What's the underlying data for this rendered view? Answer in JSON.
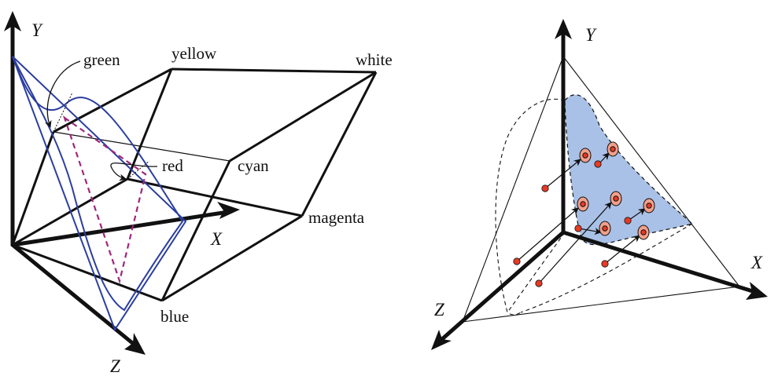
{
  "left": {
    "axes": {
      "x": "X",
      "y": "Y",
      "z": "Z"
    },
    "vertices": {
      "green": "green",
      "yellow": "yellow",
      "white": "white",
      "red": "red",
      "cyan": "cyan",
      "magenta": "magenta",
      "blue": "blue"
    }
  },
  "right": {
    "axes": {
      "x": "X",
      "y": "Y",
      "z": "Z"
    },
    "colors": {
      "fill": "#a9c1e6",
      "point_fill": "#e53a26",
      "disk_fill": "#f3a08a",
      "curve": "#2b3ea0",
      "dashed_curve": "#a0267a"
    }
  }
}
